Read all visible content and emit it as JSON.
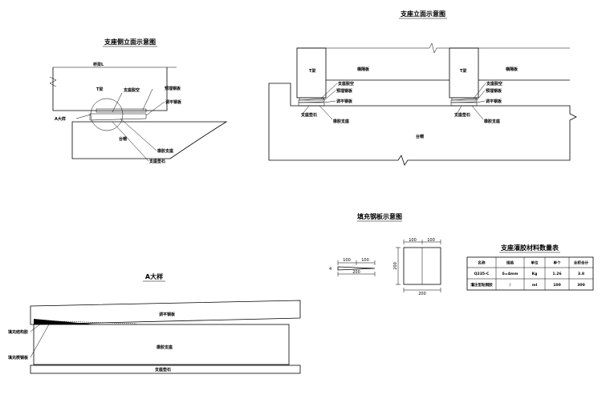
{
  "titles": {
    "side_elevation": "支座侧立面示意图",
    "front_elevation": "支座立面示意图",
    "detail_a": "A大样",
    "filler_plate": "填充钢板示意图",
    "material_table": "支座灌胶材料数量表"
  },
  "side_view": {
    "beam_label": "T梁",
    "top_label": "桥梁L",
    "void_label": "支座脱空",
    "embedded_plate": "预埋钢板",
    "leveling_plate": "调平钢板",
    "detail_ref": "A大样",
    "abutment": "台帽",
    "rubber_bearing": "橡胶支座",
    "bearing_pad": "支座垫石"
  },
  "front_view": {
    "beam_left": "T梁",
    "beam_right": "T梁",
    "diaphragm_left": "横隔板",
    "diaphragm_right": "横隔板",
    "void_label": "支座脱空",
    "embedded_plate": "预埋钢板",
    "leveling_plate": "调平钢板",
    "bearing_pad": "支座垫石",
    "rubber_bearing": "橡胶支座",
    "abutment": "台帽"
  },
  "detail_a": {
    "leveling_plate": "调平钢板",
    "filler_resin": "填充结构胶",
    "filler_steel": "填充楔钢板",
    "rubber_bearing": "橡胶支座",
    "bearing_pad": "支座垫石"
  },
  "filler_plate": {
    "dim_100a": "100",
    "dim_100b": "100",
    "dim_200_side": "200",
    "dim_100c": "100",
    "dim_100d": "100",
    "dim_200_height": "200",
    "dim_200_bottom": "200"
  },
  "material_table": {
    "headers": [
      "名称",
      "规格",
      "单位",
      "单个",
      "全桥合计"
    ],
    "rows": [
      [
        "Q235-C",
        "δ=4mm",
        "Kg",
        "1.26",
        "3.8"
      ],
      [
        "灌注型粘钢胶",
        "/",
        "ml",
        "100",
        "300"
      ]
    ]
  }
}
